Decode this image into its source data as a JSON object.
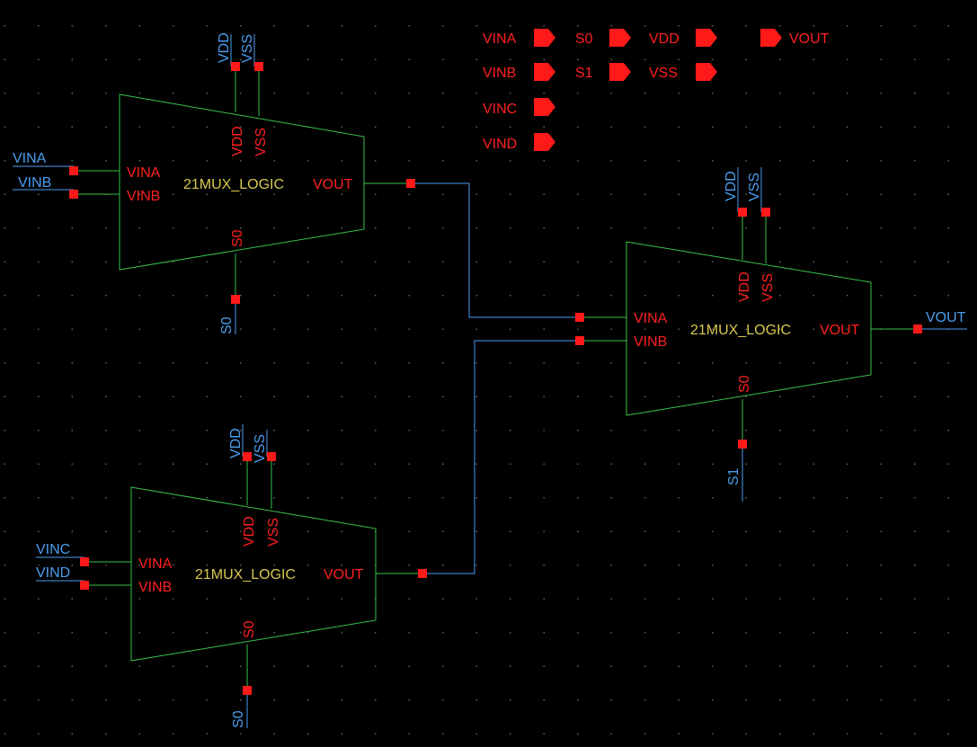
{
  "legend": {
    "inputs_col1": [
      "VINA",
      "VINB",
      "VINC",
      "VIND"
    ],
    "inputs_col2": [
      "S0",
      "S1"
    ],
    "power": [
      "VDD",
      "VSS"
    ],
    "output": "VOUT"
  },
  "cell_name": "21MUX_LOGIC",
  "pins": {
    "vina": "VINA",
    "vinb": "VINB",
    "vout": "VOUT",
    "vdd": "VDD",
    "vss": "VSS",
    "s0": "S0"
  },
  "nets": {
    "vina": "VINA",
    "vinb": "VINB",
    "vinc": "VINC",
    "vind": "VIND",
    "vdd": "VDD",
    "vss": "VSS",
    "s0": "S0",
    "s1": "S1",
    "vout": "VOUT"
  },
  "colors": {
    "background": "#000000",
    "body": "#39c04a",
    "wire": "#4a9ef0",
    "pin_text": "#ff2020",
    "cell_text": "#d8c850"
  }
}
